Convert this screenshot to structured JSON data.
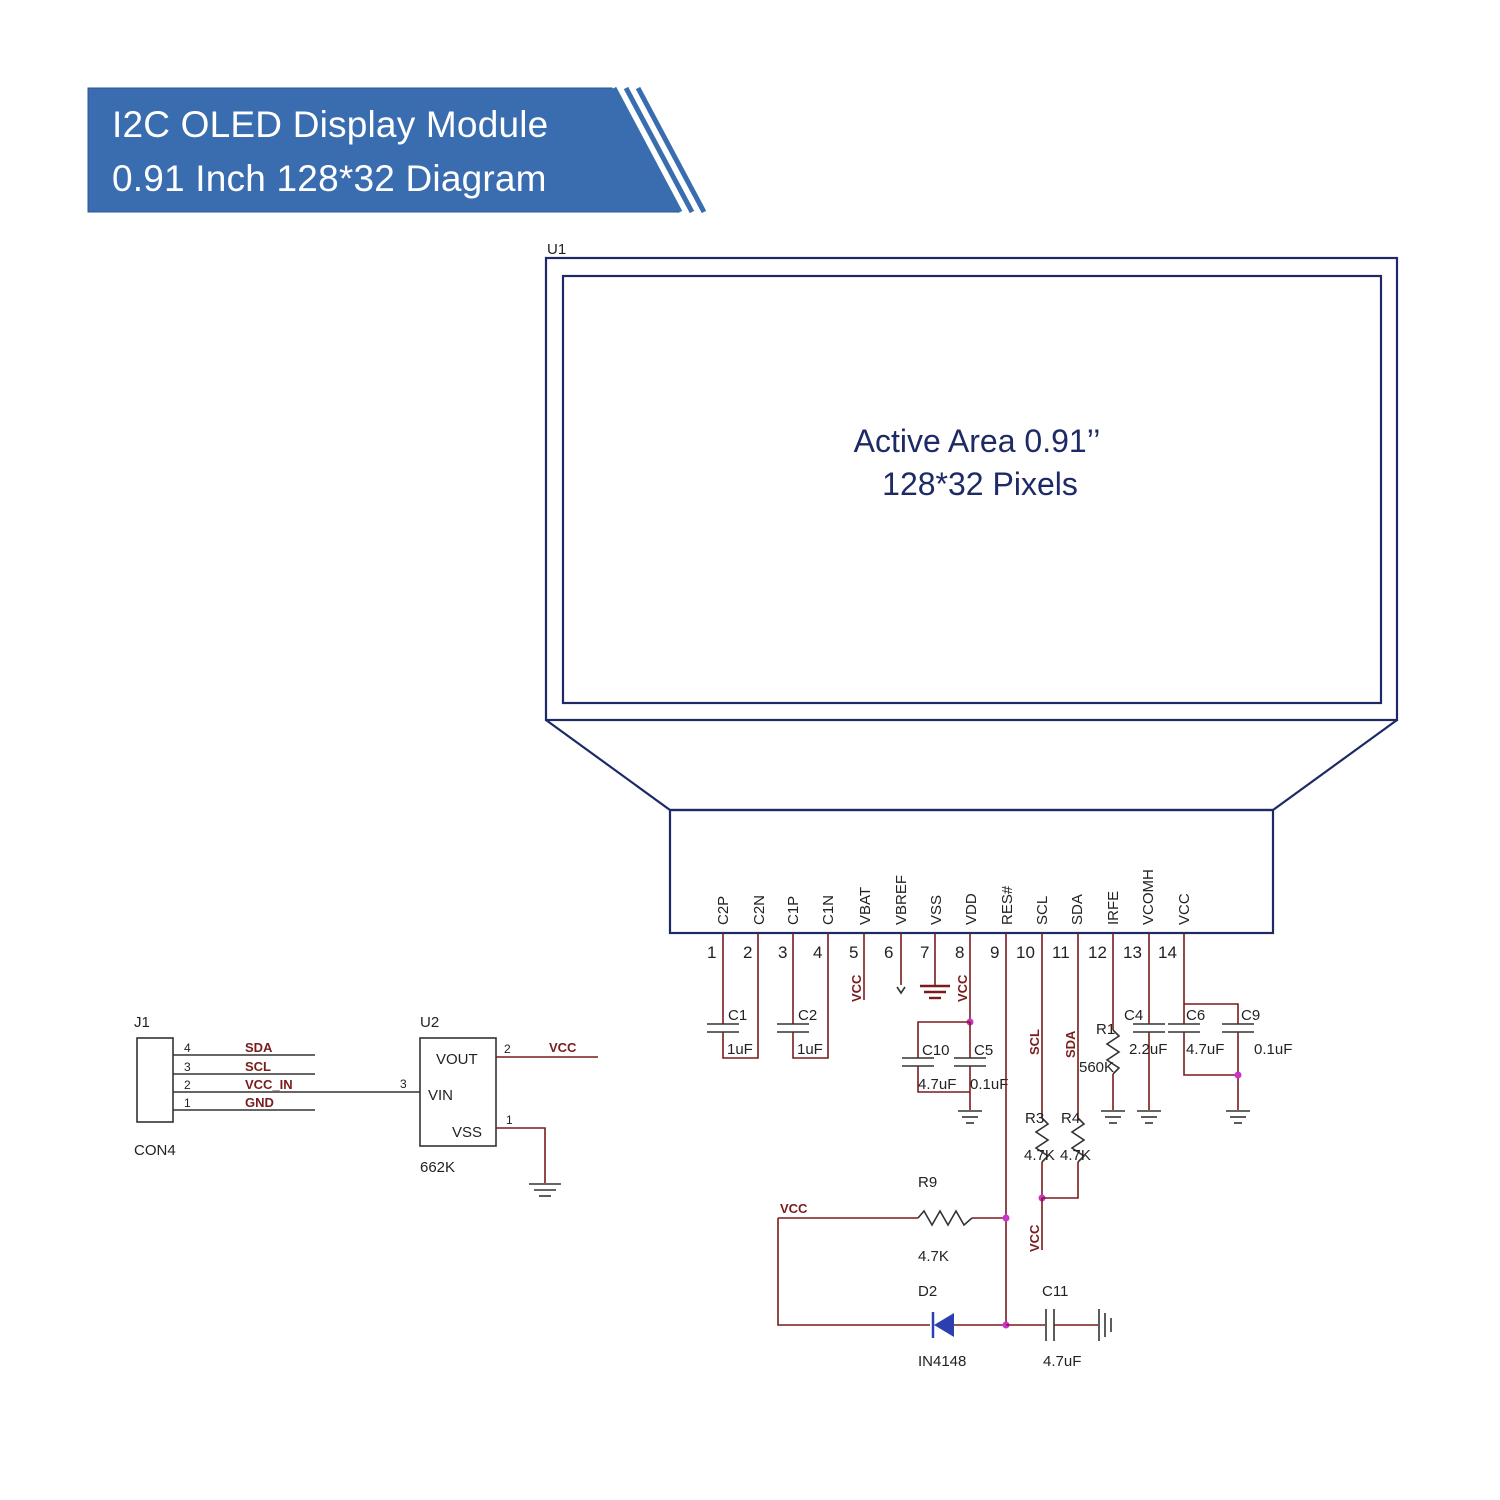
{
  "banner": {
    "line1": "I2C OLED Display Module",
    "line2": "0.91 Inch 128*32 Diagram",
    "color": "#3a6db0"
  },
  "display": {
    "ref": "U1",
    "active_line1": "Active Area 0.91’’",
    "active_line2": "128*32 Pixels",
    "pins": [
      {
        "num": "1",
        "name": "C2P"
      },
      {
        "num": "2",
        "name": "C2N"
      },
      {
        "num": "3",
        "name": "C1P"
      },
      {
        "num": "4",
        "name": "C1N"
      },
      {
        "num": "5",
        "name": "VBAT"
      },
      {
        "num": "6",
        "name": "VBREF"
      },
      {
        "num": "7",
        "name": "VSS"
      },
      {
        "num": "8",
        "name": "VDD"
      },
      {
        "num": "9",
        "name": "RES#"
      },
      {
        "num": "10",
        "name": "SCL"
      },
      {
        "num": "11",
        "name": "SDA"
      },
      {
        "num": "12",
        "name": "IRFE"
      },
      {
        "num": "13",
        "name": "VCOMH"
      },
      {
        "num": "14",
        "name": "VCC"
      }
    ]
  },
  "nets": {
    "vcc": "VCC",
    "scl": "SCL",
    "sda": "SDA"
  },
  "parts": {
    "c1": {
      "ref": "C1",
      "value": "1uF"
    },
    "c2": {
      "ref": "C2",
      "value": "1uF"
    },
    "c10": {
      "ref": "C10",
      "value": "4.7uF"
    },
    "c5": {
      "ref": "C5",
      "value": "0.1uF"
    },
    "r1": {
      "ref": "R1",
      "value": "560K"
    },
    "c4": {
      "ref": "C4",
      "value": "2.2uF"
    },
    "c6": {
      "ref": "C6",
      "value": "4.7uF"
    },
    "c9": {
      "ref": "C9",
      "value": "0.1uF"
    },
    "r3": {
      "ref": "R3",
      "value": "4.7K"
    },
    "r4": {
      "ref": "R4",
      "value": "4.7K"
    },
    "r9": {
      "ref": "R9",
      "value": "4.7K"
    },
    "d2": {
      "ref": "D2",
      "value": "IN4148"
    },
    "c11": {
      "ref": "C11",
      "value": "4.7uF"
    }
  },
  "connector": {
    "ref": "J1",
    "type": "CON4",
    "pins": [
      {
        "num": "4",
        "name": "SDA"
      },
      {
        "num": "3",
        "name": "SCL"
      },
      {
        "num": "2",
        "name": "VCC_IN"
      },
      {
        "num": "1",
        "name": "GND"
      }
    ]
  },
  "regulator": {
    "ref": "U2",
    "part": "662K",
    "vout": "VOUT",
    "vin": "VIN",
    "vss": "VSS",
    "pin_vout": "2",
    "pin_vin": "3",
    "pin_vss": "1",
    "out_net": "VCC"
  },
  "colors": {
    "outline": "#1d2a66",
    "wire": "#7a1c1c",
    "junction": "#cc33cc",
    "diode": "#2b3fb0"
  }
}
